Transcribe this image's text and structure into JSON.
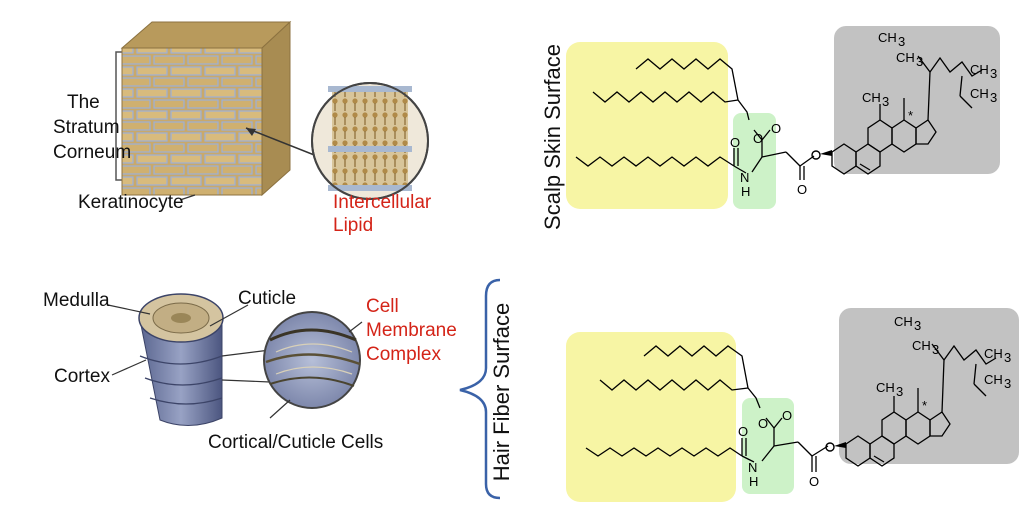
{
  "top_panel": {
    "stratum_label": [
      "The",
      "Stratum",
      "Corneum"
    ],
    "keratinocyte_label": "Keratinocyte",
    "lipid_label": [
      "Intercellular",
      "Lipid"
    ],
    "section_title": "Scalp Skin Surface"
  },
  "bottom_panel": {
    "medulla_label": "Medulla",
    "cuticle_label": "Cuticle",
    "cortex_label": "Cortex",
    "cmc_label": [
      "Cell",
      "Membrane",
      "Complex"
    ],
    "cells_label": "Cortical/Cuticle Cells",
    "section_title": "Hair Fiber Surface"
  },
  "molecule": {
    "atoms": [
      "N",
      "H",
      "O",
      "O",
      "O",
      "O",
      "O",
      "O"
    ],
    "methyl": "CH",
    "subscript": "3",
    "chiral_mark": "*"
  },
  "colors": {
    "lipid_region": "#f7f5a4",
    "amino_region": "#cdf2c8",
    "sterol_region": "#c2c2c2",
    "label_red": "#d42418",
    "brace": "#3a62a8"
  }
}
